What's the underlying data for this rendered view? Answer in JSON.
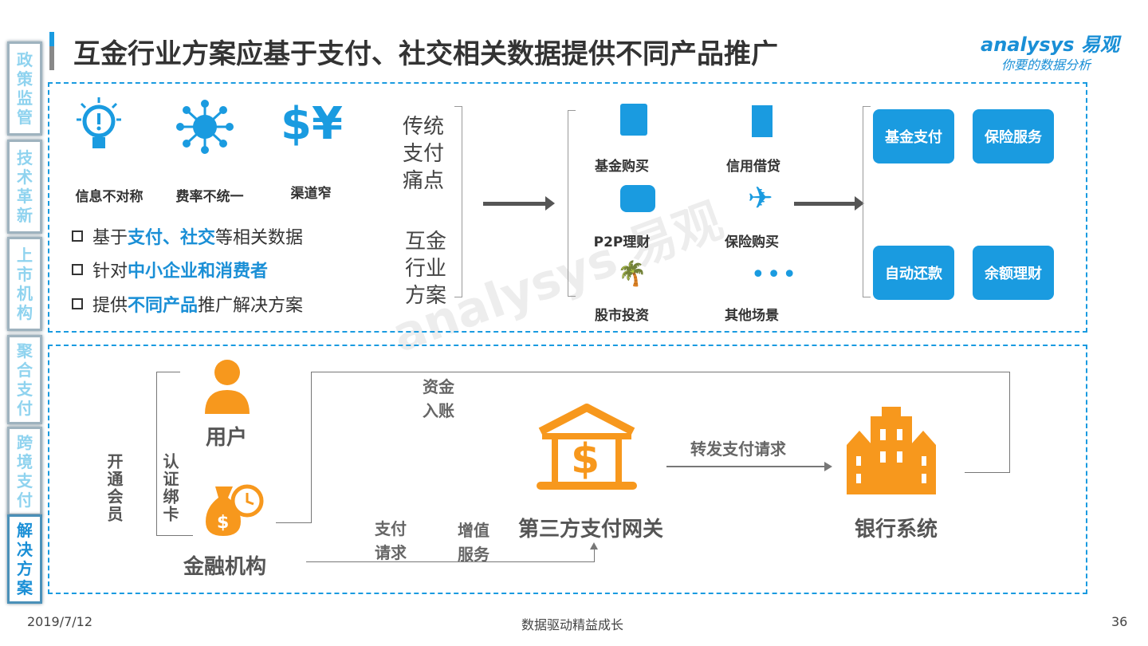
{
  "sidebar": [
    "政策监管",
    "技术革新",
    "上市机构",
    "聚合支付",
    "跨境支付",
    "解决方案"
  ],
  "title": "互金行业方案应基于支付、社交相关数据提供不同产品推广",
  "logo": {
    "brand": "analysys 易观",
    "slogan": "你要的数据分析"
  },
  "pain_points": [
    {
      "icon": "lightbulb-icon",
      "label": "信息不对称"
    },
    {
      "icon": "network-globe-icon",
      "label": "费率不统一"
    },
    {
      "icon": "dollar-yen-icon",
      "label": "渠道窄"
    }
  ],
  "bullets": [
    {
      "pre": "基于",
      "hl": "支付、社交",
      "post": "等相关数据"
    },
    {
      "pre": "针对",
      "hl": "中小企业和消费者",
      "post": ""
    },
    {
      "pre": "提供",
      "hl": "不同产品",
      "post": "推广解决方案"
    }
  ],
  "traditional": "传统支付痛点",
  "fintech": "互金行业方案",
  "scenarios": [
    "基金购买",
    "信用借贷",
    "P2P理财",
    "保险购买",
    "股市投资",
    "其他场景"
  ],
  "products": [
    "基金支付",
    "保险服务",
    "自动还款",
    "余额理财"
  ],
  "flow": {
    "user": "用户",
    "institution": "金融机构",
    "gateway": "第三方支付网关",
    "bank": "银行系统",
    "open_member": "开通会员",
    "bind_card": "认证绑卡",
    "funds_in": [
      "资金",
      "入账"
    ],
    "forward": "转发支付请求",
    "pay_request": [
      "支付",
      "请求"
    ],
    "value_added": [
      "增值",
      "服务"
    ]
  },
  "footer": {
    "date": "2019/7/12",
    "slogan": "数据驱动精益成长",
    "page": "36"
  },
  "colors": {
    "accent": "#1a9be0",
    "orange": "#f7981d"
  }
}
